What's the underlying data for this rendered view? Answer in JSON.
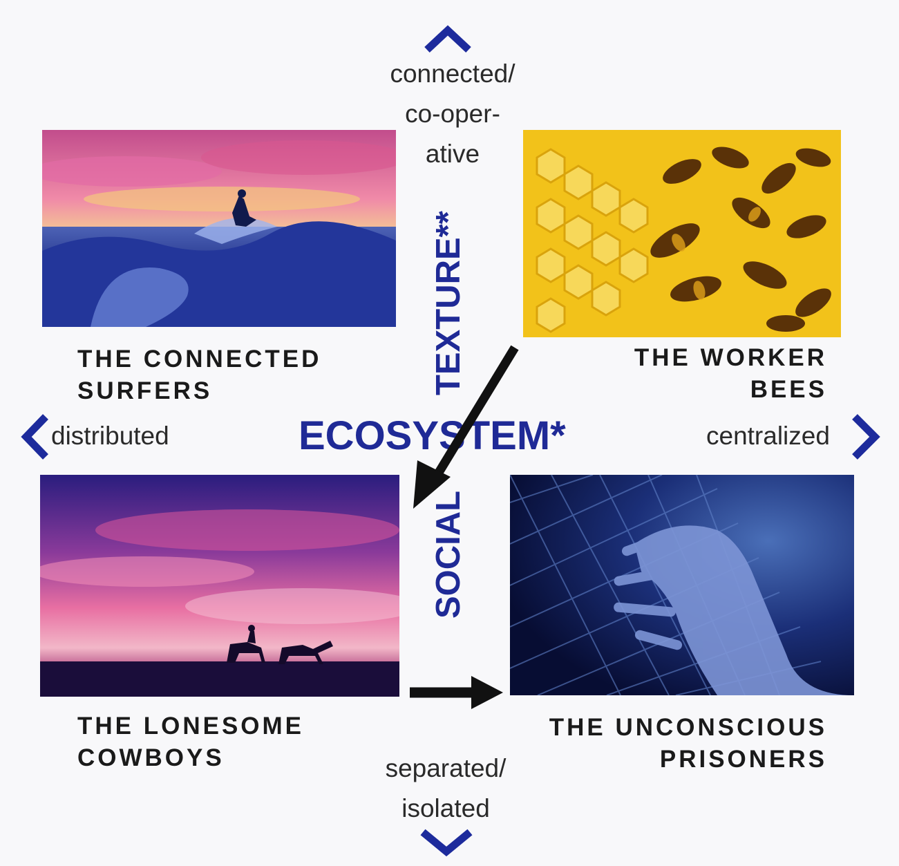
{
  "axes": {
    "top": [
      "connected/",
      "co-oper-",
      "ative"
    ],
    "bottom": [
      "separated/",
      "isolated"
    ],
    "left": "distributed",
    "right": "centralized"
  },
  "center": {
    "horizontal": "ECOSYSTEM*",
    "vertical_upper": "TEXTURE**",
    "vertical_lower": "SOCIAL"
  },
  "quadrants": {
    "top_left": {
      "line1": "THE CONNECTED",
      "line2": "SURFERS",
      "image": "surfer-photo"
    },
    "top_right": {
      "line1": "THE WORKER",
      "line2": "BEES",
      "image": "bees-photo"
    },
    "bottom_left": {
      "line1": "THE LONESOME",
      "line2": "COWBOYS",
      "image": "cowboys-photo"
    },
    "bottom_right": {
      "line1": "THE UNCONSCIOUS",
      "line2": "PRISONERS",
      "image": "prisoners-photo"
    }
  },
  "colors": {
    "accent_blue": "#1f2a96",
    "chevron_blue": "#1d2b9c",
    "arrow_black": "#111111",
    "text_dark": "#1a1a1a"
  },
  "icons": [
    "chevron-up-icon",
    "chevron-down-icon",
    "chevron-left-icon",
    "chevron-right-icon",
    "arrow-diagonal-icon",
    "arrow-right-icon"
  ]
}
